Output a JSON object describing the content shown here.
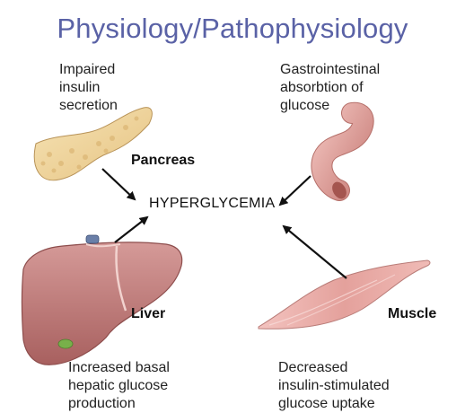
{
  "title": "Physiology/Pathophysiology",
  "center": {
    "label": "HYPERGLYCEMIA"
  },
  "pancreas": {
    "name": "Pancreas",
    "caption": "Impaired\ninsulin\nsecretion"
  },
  "gut": {
    "caption": "Gastrointestinal\nabsorbtion of\nglucose"
  },
  "liver": {
    "name": "Liver",
    "caption": "Increased basal\nhepatic glucose\nproduction"
  },
  "muscle": {
    "name": "Muscle",
    "caption": "Decreased\ninsulin-stimulated\nglucose uptake"
  },
  "colors": {
    "title": "#5a62a6",
    "pancreas": "#f2d9a0",
    "liver": "#c97f7e",
    "gut": "#e3a7a2",
    "muscle": "#e2a09c",
    "arrow": "#111111"
  }
}
